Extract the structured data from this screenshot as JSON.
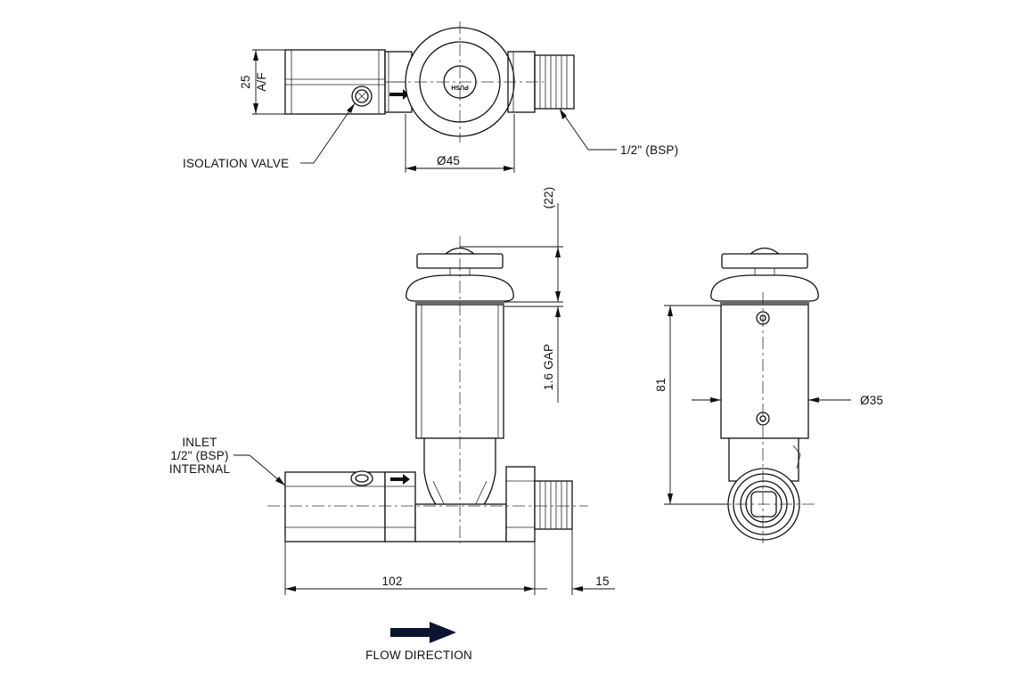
{
  "labels": {
    "isolation_valve": "ISOLATION VALVE",
    "bsp_half": "1/2\" (BSP)",
    "af_value": "25",
    "af_unit": "A/F",
    "dia_45": "Ø45",
    "dim_22": "(22)",
    "gap": "1.6 GAP",
    "dim_81": "81",
    "dia_35": "Ø35",
    "inlet_line1": "INLET",
    "inlet_line2": "1/2\" (BSP)",
    "inlet_line3": "INTERNAL",
    "dim_102": "102",
    "dim_15": "15",
    "flow_direction": "FLOW DIRECTION",
    "push": "PUSH"
  },
  "colors": {
    "line": "#111111",
    "flow_arrow": "#0b1530"
  }
}
